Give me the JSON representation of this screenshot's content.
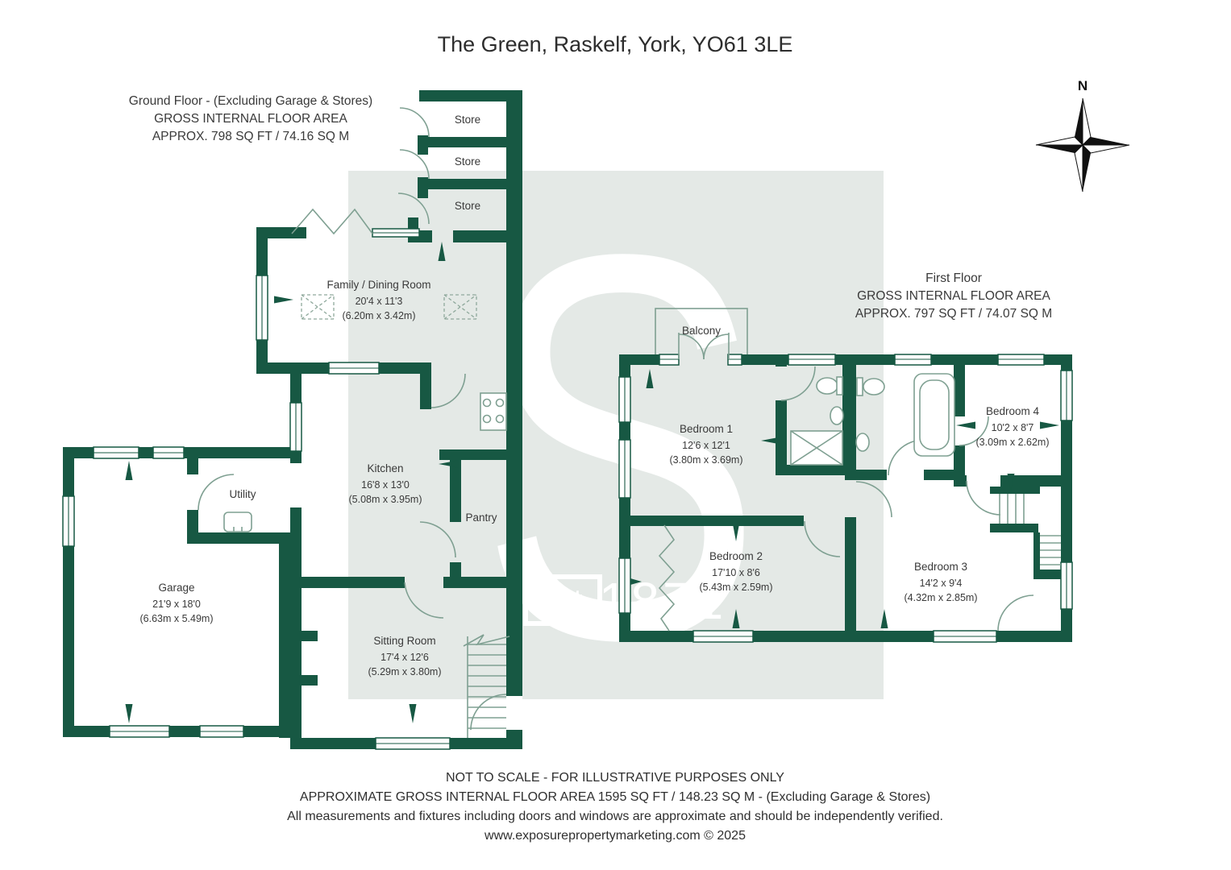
{
  "page": {
    "title": "The Green, Raskelf, York, YO61 3LE"
  },
  "ground_floor": {
    "heading": {
      "line1": "Ground Floor - (Excluding Garage & Stores)",
      "line2": "GROSS INTERNAL FLOOR AREA",
      "line3": "APPROX. 798 SQ FT / 74.16 SQ M"
    },
    "rooms": {
      "store1": {
        "name": "Store"
      },
      "store2": {
        "name": "Store"
      },
      "store3": {
        "name": "Store"
      },
      "family_dining": {
        "name": "Family / Dining Room",
        "size_ft": "20'4 x 11'3",
        "size_m": "(6.20m x 3.42m)"
      },
      "kitchen": {
        "name": "Kitchen",
        "size_ft": "16'8 x 13'0",
        "size_m": "(5.08m x 3.95m)"
      },
      "pantry": {
        "name": "Pantry"
      },
      "utility": {
        "name": "Utility"
      },
      "garage": {
        "name": "Garage",
        "size_ft": "21'9 x 18'0",
        "size_m": "(6.63m x 5.49m)"
      },
      "sitting_room": {
        "name": "Sitting Room",
        "size_ft": "17'4 x 12'6",
        "size_m": "(5.29m x 3.80m)"
      }
    }
  },
  "first_floor": {
    "heading": {
      "line1": "First Floor",
      "line2": "GROSS INTERNAL FLOOR AREA",
      "line3": "APPROX. 797 SQ FT / 74.07 SQ M"
    },
    "rooms": {
      "balcony": {
        "name": "Balcony"
      },
      "bedroom1": {
        "name": "Bedroom 1",
        "size_ft": "12'6 x 12'1",
        "size_m": "(3.80m x 3.69m)"
      },
      "bedroom2": {
        "name": "Bedroom 2",
        "size_ft": "17'10 x 8'6",
        "size_m": "(5.43m x 2.59m)"
      },
      "bedroom3": {
        "name": "Bedroom 3",
        "size_ft": "14'2 x 9'4",
        "size_m": "(4.32m x 2.85m)"
      },
      "bedroom4": {
        "name": "Bedroom 4",
        "size_ft": "10'2 x 8'7",
        "size_m": "(3.09m x 2.62m)"
      }
    }
  },
  "compass": {
    "north": "N"
  },
  "watermark": {
    "letter": "S",
    "badge": "Est.",
    "year": "1871"
  },
  "footer": {
    "line1": "NOT TO SCALE - FOR ILLUSTRATIVE PURPOSES ONLY",
    "line2": "APPROXIMATE GROSS INTERNAL FLOOR AREA 1595 SQ FT / 148.23 SQ M - (Excluding Garage & Stores)",
    "line3": "All measurements and fixtures including doors and windows are approximate and should be independently verified.",
    "line4": "www.exposurepropertymarketing.com © 2025"
  },
  "colors": {
    "wall": "#175843",
    "line": "#7fa092",
    "watermark_band": "#e4e9e6",
    "text": "#3a3a3a"
  }
}
